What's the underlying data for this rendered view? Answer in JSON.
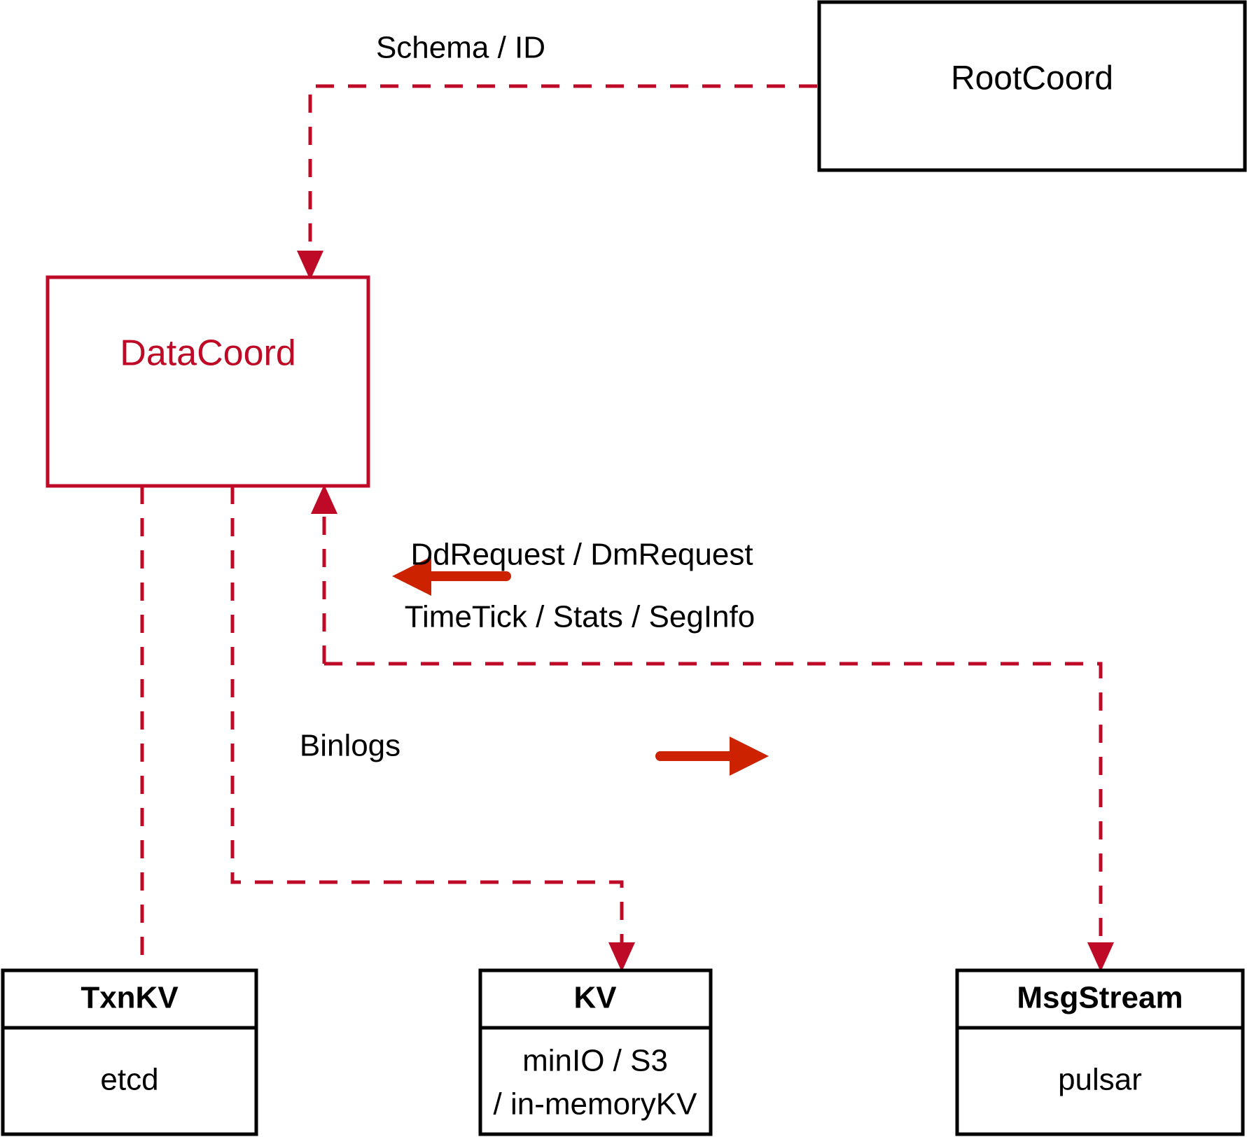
{
  "diagram": {
    "title": "DataCoord component interaction diagram",
    "colors": {
      "accent_red": "#BE0A26",
      "arrow_red": "#CC2200",
      "node_black": "#000000",
      "background": "#FFFFFF"
    },
    "nodes": [
      {
        "id": "rootcoord",
        "name": "RootCoord",
        "title": "RootCoord",
        "style": "black-outline",
        "subtitle": ""
      },
      {
        "id": "datacoord",
        "name": "DataCoord",
        "title": "DataCoord",
        "style": "red-outline",
        "subtitle": ""
      },
      {
        "id": "txnkv",
        "name": "TxnKV",
        "title": "TxnKV",
        "style": "black-outline-split",
        "subtitle": "etcd"
      },
      {
        "id": "kv",
        "name": "KV",
        "title": "KV",
        "style": "black-outline-split",
        "subtitle_line1": "minIO / S3",
        "subtitle_line2": "/ in-memoryKV"
      },
      {
        "id": "msgstream",
        "name": "MsgStream",
        "title": "MsgStream",
        "style": "black-outline-split",
        "subtitle": "pulsar"
      }
    ],
    "edges": [
      {
        "id": "schema-id",
        "label": "Schema / ID",
        "from": "rootcoord",
        "to": "datacoord",
        "style": "dashed",
        "arrow": "end"
      },
      {
        "id": "ddrequest",
        "label": "DdRequest / DmRequest",
        "from": "msgstream",
        "to": "datacoord",
        "style": "solid-indicator",
        "arrow": "left"
      },
      {
        "id": "timetick",
        "label": "TimeTick / Stats / SegInfo",
        "from": "datacoord",
        "to": "msgstream",
        "style": "solid-indicator",
        "arrow": "right"
      },
      {
        "id": "binlogs",
        "label": "Binlogs",
        "from": "datacoord",
        "to": "kv",
        "style": "dashed",
        "arrow": "end"
      },
      {
        "id": "txnkv-link",
        "label": "",
        "from": "datacoord",
        "to": "txnkv",
        "style": "dashed",
        "arrow": "none"
      },
      {
        "id": "msgstream-link",
        "label": "",
        "from": "datacoord",
        "to": "msgstream",
        "style": "dashed",
        "arrow": "end"
      }
    ]
  }
}
